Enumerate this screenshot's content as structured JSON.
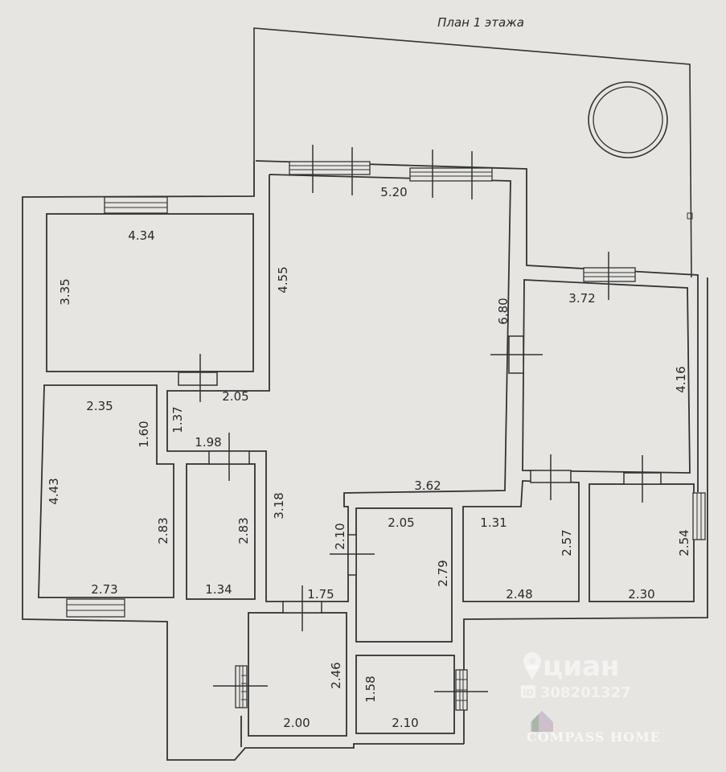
{
  "title": "План 1 этажа",
  "dimensions": [
    "5.20",
    "4.34",
    "3.35",
    "4.55",
    "6.80",
    "3.72",
    "4.16",
    "2.35",
    "2.05",
    "1.60",
    "1.37",
    "1.98",
    "4.43",
    "2.83",
    "2.83",
    "3.18",
    "3.62",
    "2.10",
    "2.05",
    "2.79",
    "1.31",
    "2.57",
    "2.54",
    "2.73",
    "1.34",
    "1.75",
    "2.48",
    "2.30",
    "2.46",
    "1.58",
    "2.00",
    "2.10"
  ],
  "watermark": {
    "brand": "циан",
    "listing_id": "308201327",
    "agency": "COMPASS HOME"
  }
}
